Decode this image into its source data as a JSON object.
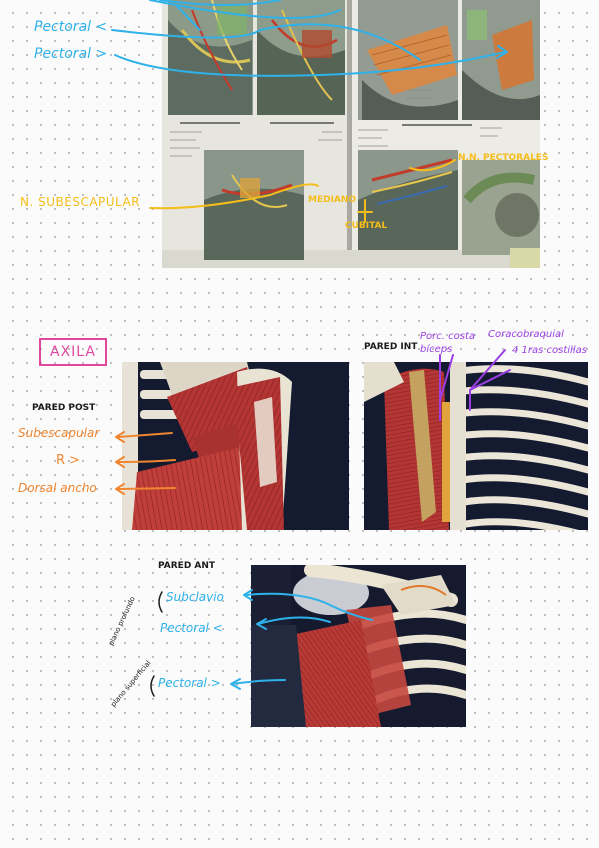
{
  "colors": {
    "blue": "#2fb1ea",
    "yellow": "#f5bd1a",
    "magenta": "#e0489e",
    "purple": "#9b3fe3",
    "orange": "#f08630",
    "black": "#1b1b1b",
    "muscle": "#b33634",
    "bone": "#e7e2d5"
  },
  "top_section": {
    "labels": {
      "pectoral_minor": "Pectoral <",
      "pectoral_major": "Pectoral >",
      "subscapular_nerve": "N. SUBESCAPULAR",
      "medial_pectoral": "MEDIANO",
      "ulnar": "CUBITAL",
      "pectoral_nerve": "N.N. PECTORALES"
    }
  },
  "axilla_section": {
    "title": "AXILA",
    "posterior_wall": {
      "heading": "PARED POST",
      "subscapularis": "Subescapular",
      "teres_major": "R >",
      "latissimus": "Dorsal ancho"
    },
    "internal_wall": {
      "heading": "PARED INT",
      "porc_label": "Porc. costa bíceps",
      "coraco_label": "Coracobraquial",
      "ribs_label": "4 1ras costillas"
    },
    "anterior_wall": {
      "heading": "PARED ANT",
      "deep_plane": "plano profundo",
      "superficial_plane": "plano superficial",
      "subclavius": "Subclavio",
      "pectoral_minor": "Pectoral <",
      "pectoral_major": "Pectoral >"
    }
  }
}
